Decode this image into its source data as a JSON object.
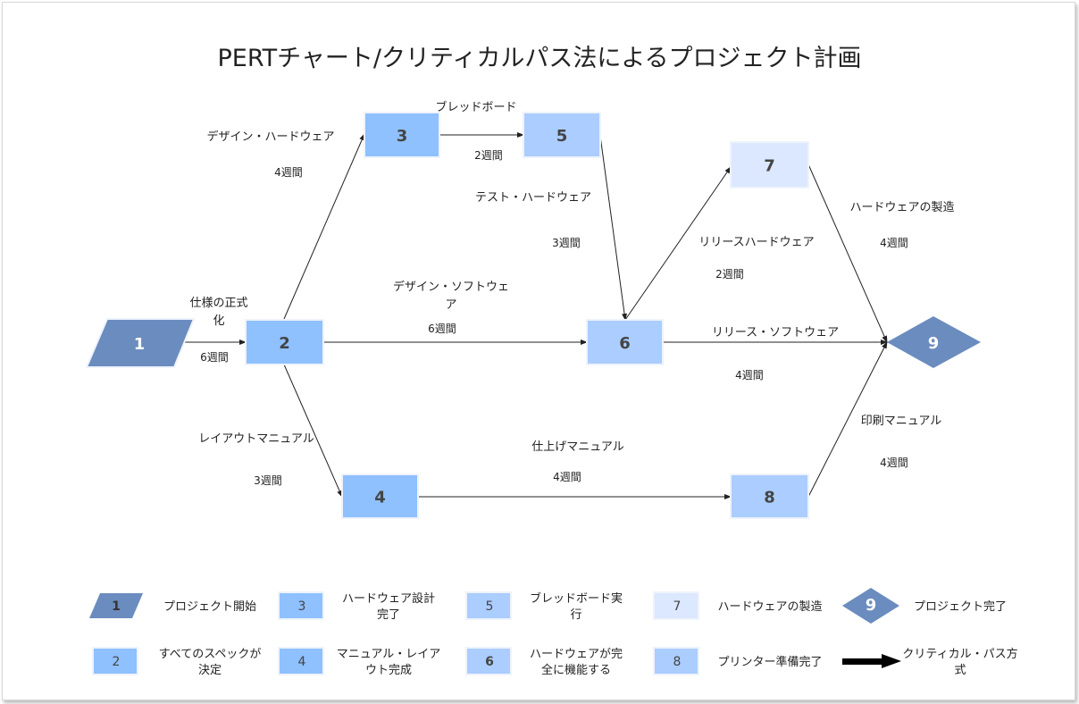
{
  "title": "PERTチャート/クリティカルパス法によるプロジェクト計画",
  "colors": {
    "dark": "#6a8cbf",
    "mid": "#8fc0ff",
    "light": "#abcdff",
    "pale": "#dbe8ff",
    "line": "#222222"
  },
  "nodes": {
    "n1": "1",
    "n2": "2",
    "n3": "3",
    "n4": "4",
    "n5": "5",
    "n6": "6",
    "n7": "7",
    "n8": "8",
    "n9": "9"
  },
  "edges": [
    {
      "from": "1",
      "to": "2",
      "label": [
        "仕様の正式",
        "化"
      ],
      "duration": "6週間"
    },
    {
      "from": "2",
      "to": "3",
      "label": [
        "デザイン・ハードウェア"
      ],
      "duration": "4週間"
    },
    {
      "from": "3",
      "to": "5",
      "label": [
        "ブレッドボード"
      ],
      "duration": "2週間"
    },
    {
      "from": "5",
      "to": "6",
      "label": [
        "テスト・ハードウェア"
      ],
      "duration": "3週間"
    },
    {
      "from": "6",
      "to": "7",
      "label": [
        "リリースハードウェア"
      ],
      "duration": "2週間"
    },
    {
      "from": "7",
      "to": "9",
      "label": [
        "ハードウェアの製造"
      ],
      "duration": "4週間"
    },
    {
      "from": "2",
      "to": "6",
      "label": [
        "デザイン・ソフトウェ",
        "ア"
      ],
      "duration": "6週間"
    },
    {
      "from": "6",
      "to": "9",
      "label": [
        "リリース・ソフトウェア"
      ],
      "duration": "4週間"
    },
    {
      "from": "2",
      "to": "4",
      "label": [
        "レイアウトマニュアル"
      ],
      "duration": "3週間"
    },
    {
      "from": "4",
      "to": "8",
      "label": [
        "仕上げマニュアル"
      ],
      "duration": "4週間"
    },
    {
      "from": "8",
      "to": "9",
      "label": [
        "印刷マニュアル"
      ],
      "duration": "4週間"
    }
  ],
  "legend": [
    {
      "key": "1",
      "text": [
        "プロジェクト開始"
      ]
    },
    {
      "key": "2",
      "text": [
        "すべてのスペックが",
        "決定"
      ]
    },
    {
      "key": "3",
      "text": [
        "ハードウェア設計",
        "完了"
      ]
    },
    {
      "key": "4",
      "text": [
        "マニュアル・レイア",
        "ウト完成"
      ]
    },
    {
      "key": "5",
      "text": [
        "ブレッドボード実",
        "行"
      ]
    },
    {
      "key": "6",
      "text": [
        "ハードウェアが完",
        "全に機能する"
      ]
    },
    {
      "key": "7",
      "text": [
        "ハードウェアの製造"
      ]
    },
    {
      "key": "8",
      "text": [
        "プリンター準備完了"
      ]
    },
    {
      "key": "9",
      "text": [
        "プロジェクト完了"
      ]
    },
    {
      "key": "arrow",
      "text": [
        "クリティカル・パス方",
        "式"
      ]
    }
  ]
}
